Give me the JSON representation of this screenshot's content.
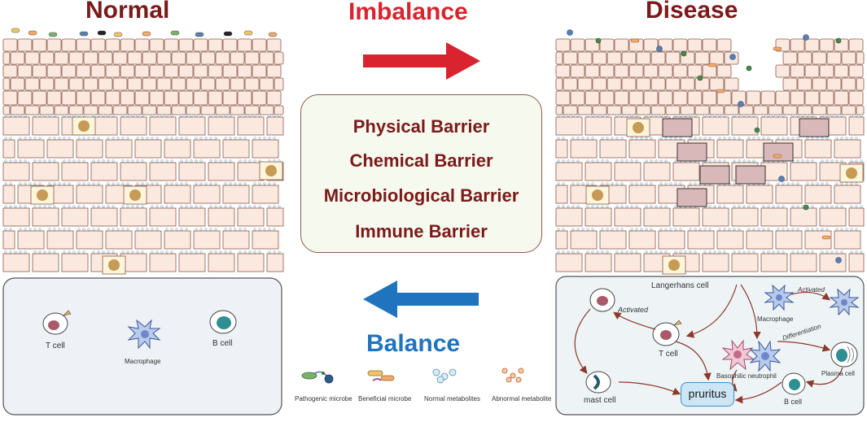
{
  "titles": {
    "normal": "Normal",
    "imbalance": "Imbalance",
    "disease": "Disease",
    "balance": "Balance"
  },
  "barriers": [
    "Physical Barrier",
    "Chemical Barrier",
    "Microbiological Barrier",
    "Immune Barrier"
  ],
  "normal_cells": {
    "t_cell": "T cell",
    "macrophage": "Macrophage",
    "b_cell": "B cell"
  },
  "disease_cells": {
    "langerhans": "Langerhans cell",
    "activated_1": "Activated",
    "activated_2": "Activated",
    "macrophage": "Macrophage",
    "t_cell": "T cell",
    "differentiation": "Differentiation",
    "basophilic_neutrophil": "Basophilic neutrophil",
    "plasma_cell": "Plasma cell",
    "mast_cell": "mast cell",
    "pruritus": "pruritus",
    "b_cell": "B cell"
  },
  "legend": [
    "Pathogenic microbe",
    "Beneficial microbe",
    "Normal metabolites",
    "Abnormal metabolite"
  ],
  "colors": {
    "dark_red_title": "#7a1a1a",
    "imbalance_red": "#d9232e",
    "balance_blue": "#1f74bd",
    "skin_cell": "#fbe9e0",
    "skin_border": "#8b5a4a",
    "dermis": "#eef1f5",
    "nucleus": "#c79a55"
  }
}
